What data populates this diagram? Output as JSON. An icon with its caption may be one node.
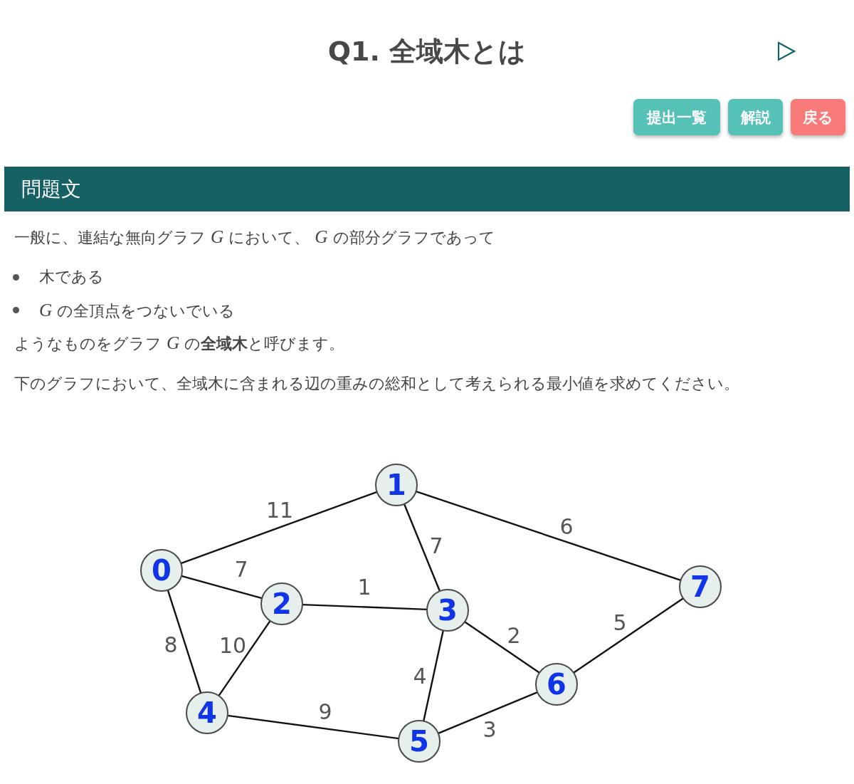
{
  "diagram": {
    "title": "Q1. 全域木とは",
    "nodes": [
      {
        "text": [
          "提出一覧"
        ]
      },
      {
        "text": [
          "解説"
        ]
      },
      {
        "text": [
          "戻る"
        ]
      },
      {
        "text": [
          "問題文"
        ]
      },
      {
        "text": [
          "0"
        ]
      },
      {
        "text": [
          "1"
        ]
      },
      {
        "text": [
          "2"
        ]
      },
      {
        "text": [
          "3"
        ]
      },
      {
        "text": [
          "4"
        ]
      },
      {
        "text": [
          "5"
        ]
      },
      {
        "text": [
          "6"
        ]
      },
      {
        "text": [
          "7"
        ]
      }
    ],
    "edges": [
      {
        "from": 4,
        "to": 5,
        "arrow": "none",
        "label": "11"
      },
      {
        "from": 4,
        "to": 6,
        "arrow": "none",
        "label": "7"
      },
      {
        "from": 4,
        "to": 8,
        "arrow": "none",
        "label": "8"
      },
      {
        "from": 6,
        "to": 7,
        "arrow": "none",
        "label": "1"
      },
      {
        "from": 6,
        "to": 8,
        "arrow": "none",
        "label": "10"
      },
      {
        "from": 5,
        "to": 7,
        "arrow": "none",
        "label": "7"
      },
      {
        "from": 5,
        "to": 11,
        "arrow": "none",
        "label": "6"
      },
      {
        "from": 7,
        "to": 10,
        "arrow": "none",
        "label": "2"
      },
      {
        "from": 7,
        "to": 9,
        "arrow": "none",
        "label": "4"
      },
      {
        "from": 8,
        "to": 9,
        "arrow": "none",
        "label": "9"
      },
      {
        "from": 9,
        "to": 10,
        "arrow": "none",
        "label": "3"
      },
      {
        "from": 10,
        "to": 11,
        "arrow": "none",
        "label": "5"
      }
    ],
    "labels": [
      "一般に、連結な無向グラフ *G* において、 *G* の部分グラフであって",
      "木である",
      "*G* の全頂点をつないでいる",
      "ようなものをグラフ *G* の**全域木**と呼びます。",
      "下のグラフにおいて、全域木に含まれる辺の重みの総和として考えられる最小値を求めてください。"
    ]
  }
}
